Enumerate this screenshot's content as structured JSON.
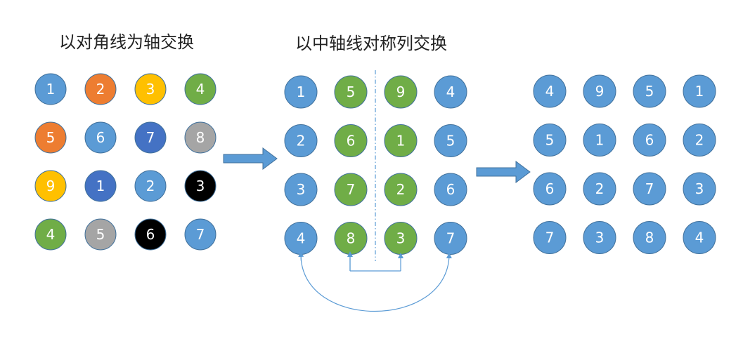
{
  "titles": {
    "diagonal_swap": "以对角线为轴交换",
    "center_axis_swap": "以中轴线对称列交换"
  },
  "colors": {
    "blue": "#5b9bd5",
    "orange": "#ed7d31",
    "gold": "#ffc000",
    "green": "#70ad47",
    "darkblue": "#4472c4",
    "gray": "#a5a5a5",
    "black": "#000000",
    "arrow": "#5b9bd5",
    "connector": "#5b9bd5"
  },
  "grids": {
    "original": [
      [
        {
          "v": "1",
          "c": "blue"
        },
        {
          "v": "2",
          "c": "orange"
        },
        {
          "v": "3",
          "c": "gold"
        },
        {
          "v": "4",
          "c": "green"
        }
      ],
      [
        {
          "v": "5",
          "c": "orange"
        },
        {
          "v": "6",
          "c": "blue"
        },
        {
          "v": "7",
          "c": "darkblue"
        },
        {
          "v": "8",
          "c": "gray"
        }
      ],
      [
        {
          "v": "9",
          "c": "gold"
        },
        {
          "v": "1",
          "c": "darkblue"
        },
        {
          "v": "2",
          "c": "blue"
        },
        {
          "v": "3",
          "c": "black"
        }
      ],
      [
        {
          "v": "4",
          "c": "green"
        },
        {
          "v": "5",
          "c": "gray"
        },
        {
          "v": "6",
          "c": "black"
        },
        {
          "v": "7",
          "c": "blue"
        }
      ]
    ],
    "transposed": [
      [
        {
          "v": "1",
          "c": "blue"
        },
        {
          "v": "5",
          "c": "green"
        },
        {
          "v": "9",
          "c": "green"
        },
        {
          "v": "4",
          "c": "blue"
        }
      ],
      [
        {
          "v": "2",
          "c": "blue"
        },
        {
          "v": "6",
          "c": "green"
        },
        {
          "v": "1",
          "c": "green"
        },
        {
          "v": "5",
          "c": "blue"
        }
      ],
      [
        {
          "v": "3",
          "c": "blue"
        },
        {
          "v": "7",
          "c": "green"
        },
        {
          "v": "2",
          "c": "green"
        },
        {
          "v": "6",
          "c": "blue"
        }
      ],
      [
        {
          "v": "4",
          "c": "blue"
        },
        {
          "v": "8",
          "c": "green"
        },
        {
          "v": "3",
          "c": "green"
        },
        {
          "v": "7",
          "c": "blue"
        }
      ]
    ],
    "result": [
      [
        {
          "v": "4",
          "c": "blue"
        },
        {
          "v": "9",
          "c": "blue"
        },
        {
          "v": "5",
          "c": "blue"
        },
        {
          "v": "1",
          "c": "blue"
        }
      ],
      [
        {
          "v": "5",
          "c": "blue"
        },
        {
          "v": "1",
          "c": "blue"
        },
        {
          "v": "6",
          "c": "blue"
        },
        {
          "v": "2",
          "c": "blue"
        }
      ],
      [
        {
          "v": "6",
          "c": "blue"
        },
        {
          "v": "2",
          "c": "blue"
        },
        {
          "v": "7",
          "c": "blue"
        },
        {
          "v": "3",
          "c": "blue"
        }
      ],
      [
        {
          "v": "7",
          "c": "blue"
        },
        {
          "v": "3",
          "c": "blue"
        },
        {
          "v": "8",
          "c": "blue"
        },
        {
          "v": "4",
          "c": "blue"
        }
      ]
    ]
  }
}
